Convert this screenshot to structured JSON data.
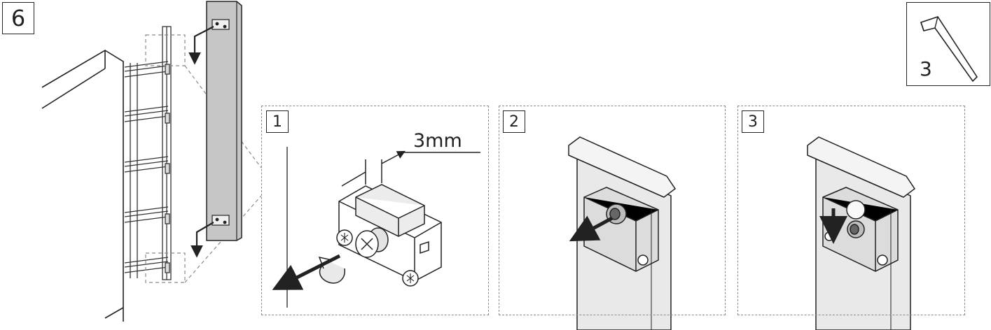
{
  "step_number": "6",
  "tool": {
    "icon": "hex-key-icon",
    "size": "3"
  },
  "sub_steps": [
    {
      "label": "1"
    },
    {
      "label": "2"
    },
    {
      "label": "3"
    }
  ],
  "dimension": {
    "label": "3mm"
  },
  "colors": {
    "line": "#222222",
    "gray_panel": "#c6c6c6",
    "light_gray": "#e9e9e9",
    "dashed": "#8a8a8a"
  }
}
